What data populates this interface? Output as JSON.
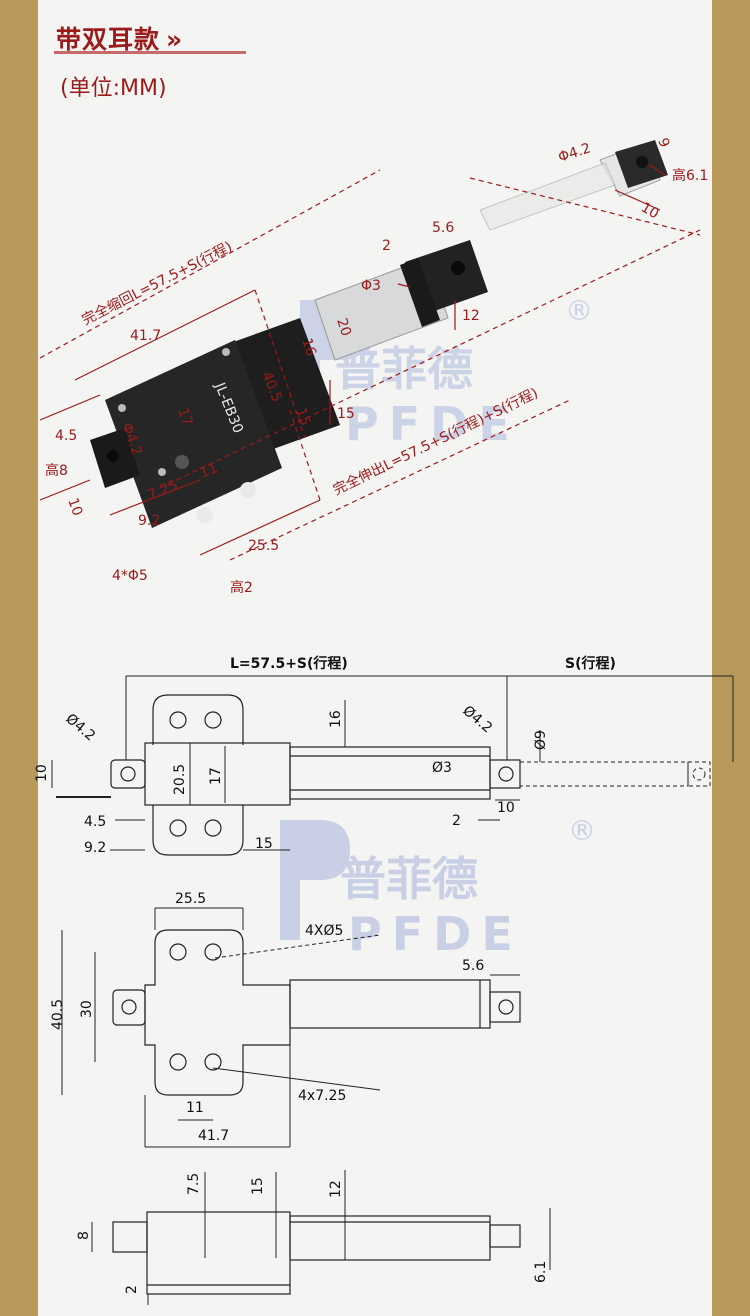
{
  "header": {
    "title": "带双耳款",
    "chevron": "»",
    "unit": "(单位:MM)"
  },
  "watermark": {
    "cn": "普菲德",
    "en": "PFDE",
    "reg": "®"
  },
  "iso_view": {
    "labels": {
      "retracted": "完全缩回L=57.5+S(行程)",
      "extended": "完全伸出L=57.5+S(行程)+S(行程)",
      "d_41_7": "41.7",
      "d_20": "20",
      "d_16": "16",
      "d_40_5": "40.5",
      "d_15a": "15",
      "d_15b": "15",
      "d_17": "17",
      "d_4_5": "4.5",
      "d_phi42_left": "Φ4.2",
      "d_h8": "高8",
      "d_10_left": "10",
      "d_7_25": "7.25",
      "d_11": "11",
      "d_9_2": "9.2",
      "d_25_5": "25.5",
      "d_4phi5": "4*Φ5",
      "d_h2": "高2",
      "d_2": "2",
      "d_5_6": "5.6",
      "d_phi3": "Φ3",
      "d_12": "12",
      "d_phi42_right": "Φ4.2",
      "d_9": "9",
      "d_h61": "高6.1",
      "d_10_right": "10",
      "model": "JL-EB30"
    }
  },
  "top_view": {
    "labels": {
      "L": "L=57.5+S(行程)",
      "S": "S(行程)",
      "phi42_l": "Ø4.2",
      "phi42_r": "Ø4.2",
      "d16": "16",
      "phi9": "Ø9",
      "d10": "10",
      "d20_5": "20.5",
      "d17": "17",
      "phi3": "Ø3",
      "d4_5": "4.5",
      "d9_2": "9.2",
      "d15": "15",
      "d2": "2",
      "d10b": "10"
    }
  },
  "front_view": {
    "labels": {
      "d25_5": "25.5",
      "hole": "4XØ5",
      "d40_5": "40.5",
      "d30": "30",
      "d5_6": "5.6",
      "d11": "11",
      "d4x725": "4x7.25",
      "d41_7": "41.7"
    }
  },
  "side_view": {
    "labels": {
      "d7_5": "7.5",
      "d15": "15",
      "d12": "12",
      "d8": "8",
      "d2": "2",
      "d6_1": "6.1"
    }
  }
}
